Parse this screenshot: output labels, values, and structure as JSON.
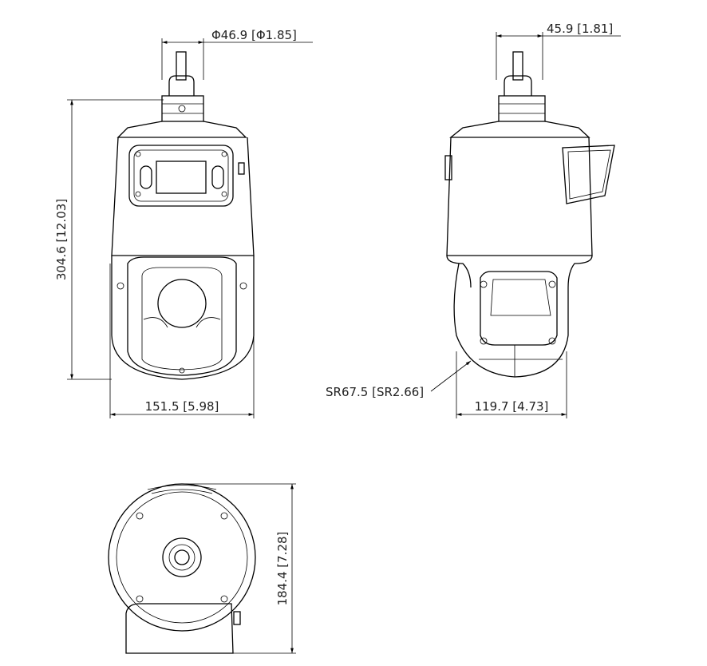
{
  "dimensions": {
    "cable_diameter": "Φ46.9 [Φ1.85]",
    "side_cable_width": "45.9 [1.81]",
    "height": "304.6 [12.03]",
    "front_width": "151.5 [5.98]",
    "sphere_radius": "SR67.5 [SR2.66]",
    "side_depth": "119.7 [4.73]",
    "bottom_depth": "184.4 [7.28]"
  }
}
